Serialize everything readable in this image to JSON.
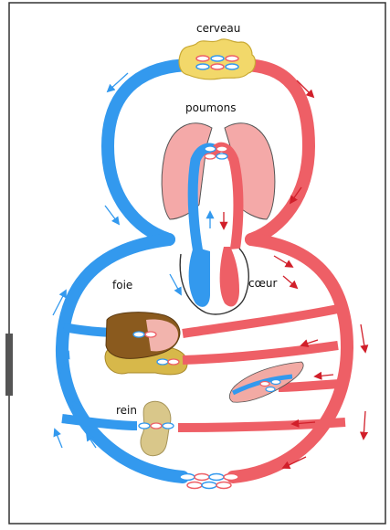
{
  "labels": {
    "brain": "cerveau",
    "lungs": "poumons",
    "liver": "foie",
    "heart": "cœur",
    "kidney": "rein"
  },
  "colors": {
    "venous": "#3399ee",
    "arterial": "#ee5f66",
    "frame_border": "#333333",
    "background": "#ffffff",
    "brain": "#f2d86a",
    "lung": "#f4a9a8",
    "liver": "#8a5a1e",
    "intestine": "#d7b84a",
    "kidney": "#d9c78a",
    "muscle": "#f2aaa4"
  }
}
